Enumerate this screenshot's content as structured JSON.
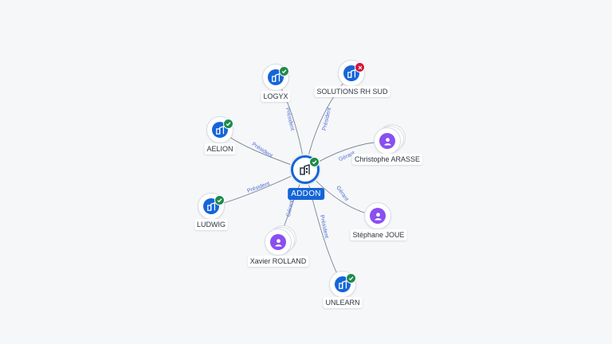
{
  "center": {
    "name": "ADDON",
    "status": "active"
  },
  "nodes": [
    {
      "id": "logyx",
      "name": "LOGYX",
      "type": "company",
      "status": "active",
      "relation": "Président"
    },
    {
      "id": "solutions",
      "name": "SOLUTIONS RH SUD",
      "type": "company",
      "status": "closed",
      "relation": "Président"
    },
    {
      "id": "aelion",
      "name": "AELION",
      "type": "company",
      "status": "active",
      "relation": "Président"
    },
    {
      "id": "christophe",
      "name": "Christophe ARASSE",
      "type": "person",
      "relation": "Gérant"
    },
    {
      "id": "ludwig",
      "name": "LUDWIG",
      "type": "company",
      "status": "active",
      "relation": "Président"
    },
    {
      "id": "stephane",
      "name": "Stéphane JOUE",
      "type": "person",
      "relation": "Gérant"
    },
    {
      "id": "xavier",
      "name": "Xavier ROLLAND",
      "type": "person",
      "relation": "Gérant"
    },
    {
      "id": "unlearn",
      "name": "UNLEARN",
      "type": "company",
      "status": "active",
      "relation": "Président"
    }
  ],
  "colors": {
    "company": "#1565d8",
    "person": "#8a4ff0",
    "active": "#1f8a4c",
    "closed": "#d3173b",
    "edge": "#7a8594",
    "edge_label": "#4d6fd6"
  },
  "icons": {
    "company": "building-icon",
    "person": "user-icon",
    "active": "check-icon",
    "closed": "cross-icon"
  }
}
